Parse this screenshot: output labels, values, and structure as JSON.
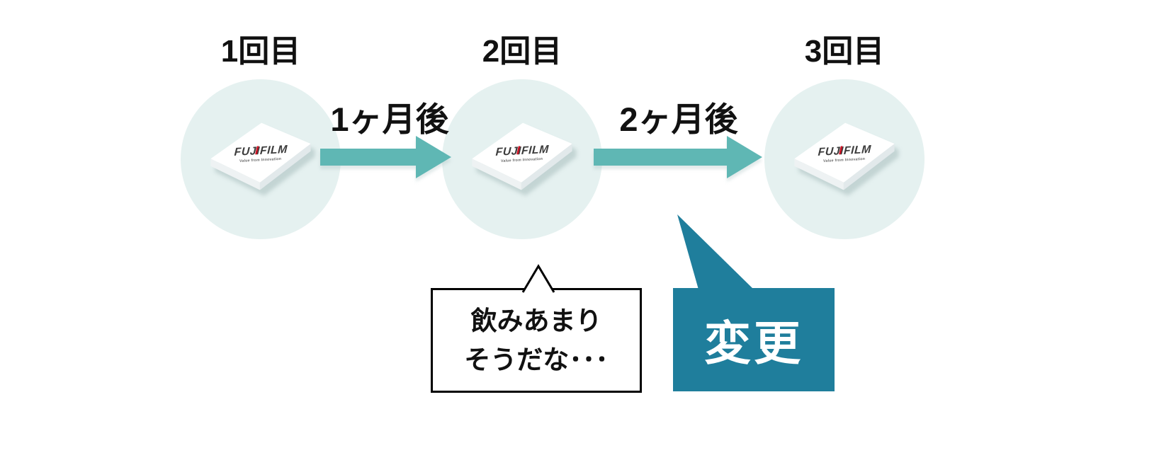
{
  "stages": [
    {
      "label": "1回目"
    },
    {
      "label": "2回目"
    },
    {
      "label": "3回目"
    }
  ],
  "intervals": [
    {
      "label": "1ヶ月後"
    },
    {
      "label": "2ヶ月後"
    }
  ],
  "package": {
    "brand": "FUJIFILM",
    "tagline": "Value from Innovation"
  },
  "thought_bubble": {
    "line1": "飲みあまり",
    "line2": "そうだな･･･"
  },
  "change_bubble": {
    "label": "変更"
  },
  "colors": {
    "circle_bg": "#e5f1f0",
    "arrow": "#5fb7b4",
    "change_bubble_bg": "#1f7e9c",
    "text": "#111111",
    "logo_accent": "#cc1122"
  }
}
